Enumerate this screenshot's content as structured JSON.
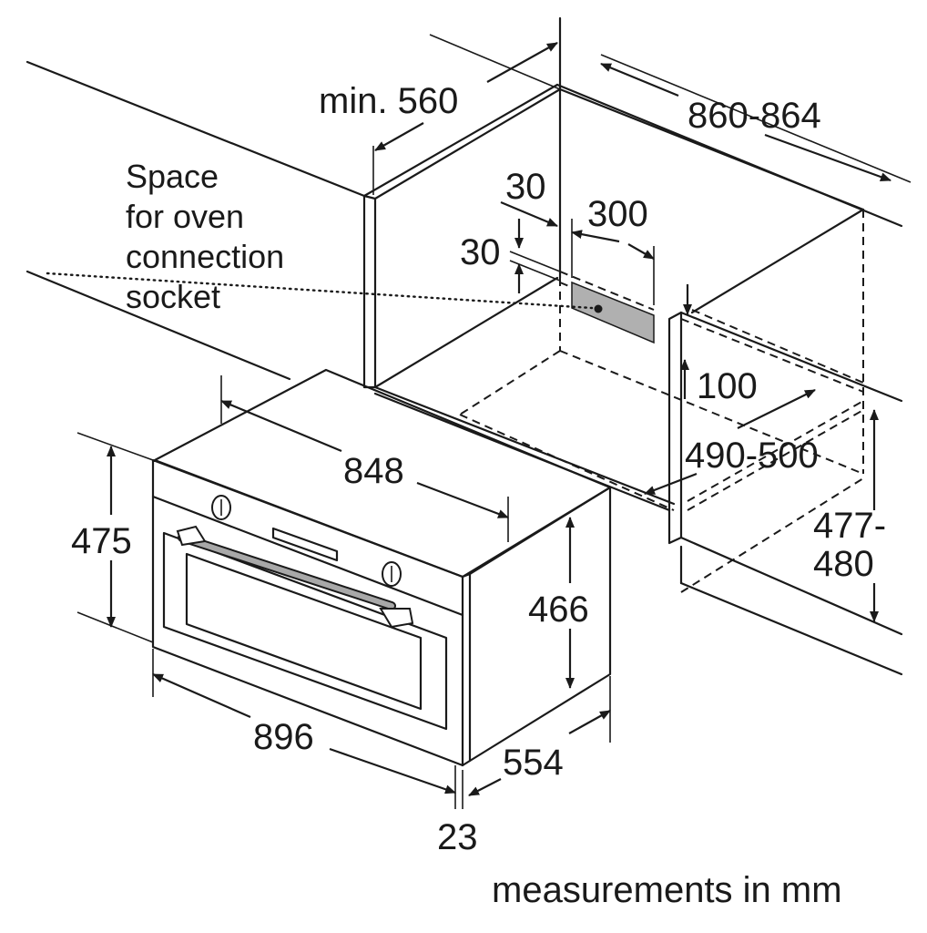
{
  "colors": {
    "line": "#1a1a1a",
    "handle": "#a8a8a8",
    "socket": "#b0b0b0",
    "background": "#ffffff"
  },
  "labels": {
    "min_560": "min. 560",
    "d_860_864": "860-864",
    "socket_line1": "Space",
    "socket_line2": "for oven",
    "socket_line3": "connection",
    "socket_line4": "socket",
    "d_30_top": "30",
    "d_300": "300",
    "d_30_side": "30",
    "d_100": "100",
    "d_848": "848",
    "d_490_500": "490-500",
    "d_477": "477-",
    "d_480": "480",
    "d_475": "475",
    "d_466": "466",
    "d_896": "896",
    "d_554": "554",
    "d_23": "23",
    "units_note": "measurements in mm"
  }
}
